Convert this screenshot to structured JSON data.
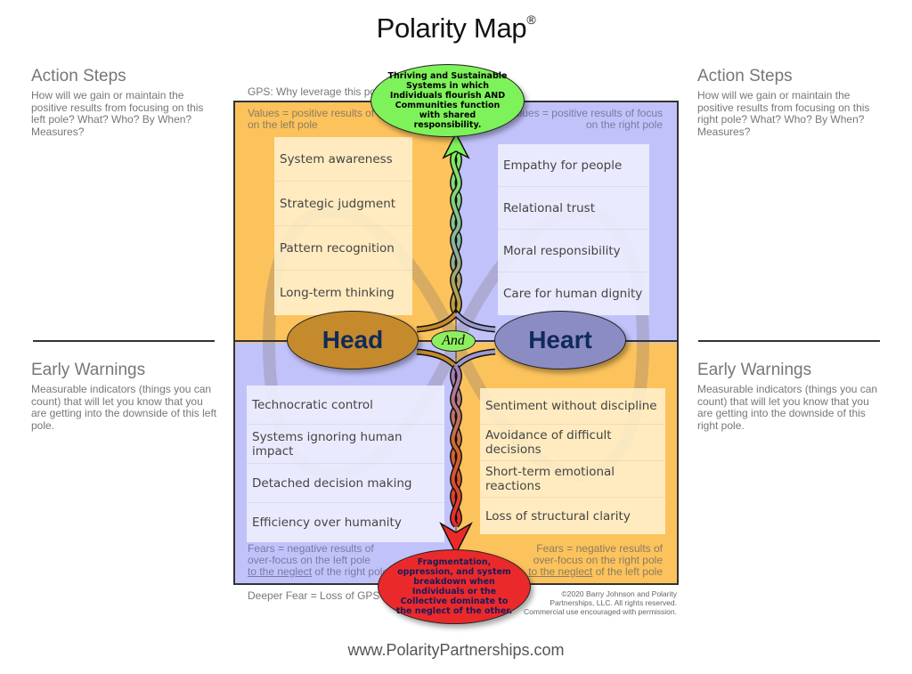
{
  "title": {
    "text": "Polarity Map",
    "mark": "®"
  },
  "left_panel": {
    "action_steps": {
      "heading": "Action Steps",
      "body": "How will we gain or maintain the positive results from focusing on this left pole? What? Who? By When? Measures?"
    },
    "early_warnings": {
      "heading": "Early Warnings",
      "body": "Measurable indicators (things you can count) that will let you know that you are getting into the downside of this left pole."
    }
  },
  "right_panel": {
    "action_steps": {
      "heading": "Action Steps",
      "body": "How will we gain or maintain the positive results from focusing on this right pole? What? Who? By When? Measures?"
    },
    "early_warnings": {
      "heading": "Early Warnings",
      "body": "Measurable indicators (things you can count) that will let you know that you are getting into the downside of this right pole."
    }
  },
  "gps": {
    "question": "GPS: Why leverage this polarity?",
    "statement": "Thriving and Sustainable Systems in which Individuals flourish AND Communities function with shared responsibility."
  },
  "deeper_fear": {
    "label": "Deeper Fear = Loss of GPS",
    "statement": "Fragmentation, oppression, and system breakdown when Individuals or the Collective dominate to the neglect of the other."
  },
  "poles": {
    "left": "Head",
    "connector": "And",
    "right": "Heart"
  },
  "quadrants": {
    "top_left": {
      "label_l1": "Values = positive results of focus",
      "label_l2": "on the left pole",
      "items": [
        "System awareness",
        "Strategic judgment",
        "Pattern recognition",
        "Long-term thinking"
      ]
    },
    "top_right": {
      "label_l1": "Values = positive results of focus",
      "label_l2": "on the right pole",
      "items": [
        "Empathy for people",
        "Relational trust",
        "Moral responsibility",
        "Care for human dignity"
      ]
    },
    "bottom_left": {
      "label_l1": "Fears = negative results of",
      "label_l2": "over-focus on the left pole",
      "label_u": "to the neglect",
      "label_l3": " of the right pole",
      "items": [
        "Technocratic control",
        "Systems ignoring human impact",
        "Detached decision making",
        "Efficiency over humanity"
      ]
    },
    "bottom_right": {
      "label_l1": "Fears = negative results of",
      "label_l2": "over-focus on the right pole",
      "label_u": "to the neglect",
      "label_l3": " of the left pole",
      "items": [
        "Sentiment without discipline",
        "Avoidance of difficult decisions",
        "Short-term emotional reactions",
        "Loss of structural clarity"
      ]
    }
  },
  "copyright": {
    "l1": "©2020 Barry Johnson and Polarity",
    "l2": "Partnerships, LLC. All rights reserved.",
    "l3": "Commercial use encouraged with permission."
  },
  "footer_url": "www.PolarityPartnerships.com",
  "colors": {
    "orange": "#fcc35c",
    "lavender": "#c2c2fb",
    "head": "#c48a2c",
    "heart": "#8c8cc4",
    "gps_green": "#7ef25a",
    "fear_red": "#ea2a2a"
  }
}
